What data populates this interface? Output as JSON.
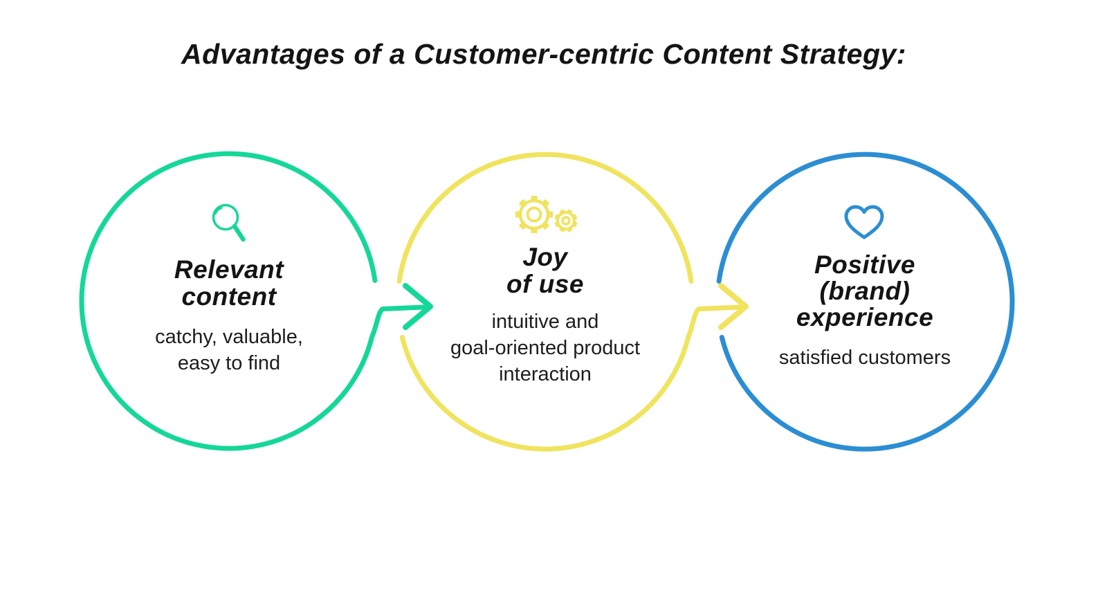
{
  "title": "Advantages of a Customer-centric Content Strategy:",
  "colors": {
    "green": "#15d798",
    "yellow": "#f0e35e",
    "blue": "#2b8ed3",
    "heading_text": "#141414",
    "body_text": "#1d1d1d",
    "background": "#ffffff"
  },
  "stages": [
    {
      "name": "relevant-content",
      "icon": "magnifier-icon",
      "heading": "Relevant\ncontent",
      "description": "catchy, valuable,\neasy to find"
    },
    {
      "name": "joy-of-use",
      "icon": "gears-icon",
      "heading": "Joy\nof use",
      "description": "intuitive and\ngoal-oriented product\ninteraction"
    },
    {
      "name": "positive-brand-experience",
      "icon": "heart-icon",
      "heading": "Positive\n(brand)\nexperience",
      "description": "satisfied customers"
    }
  ],
  "arrows": [
    {
      "name": "arrow-1",
      "from": "relevant-content",
      "to": "joy-of-use"
    },
    {
      "name": "arrow-2",
      "from": "joy-of-use",
      "to": "positive-brand-experience"
    }
  ]
}
